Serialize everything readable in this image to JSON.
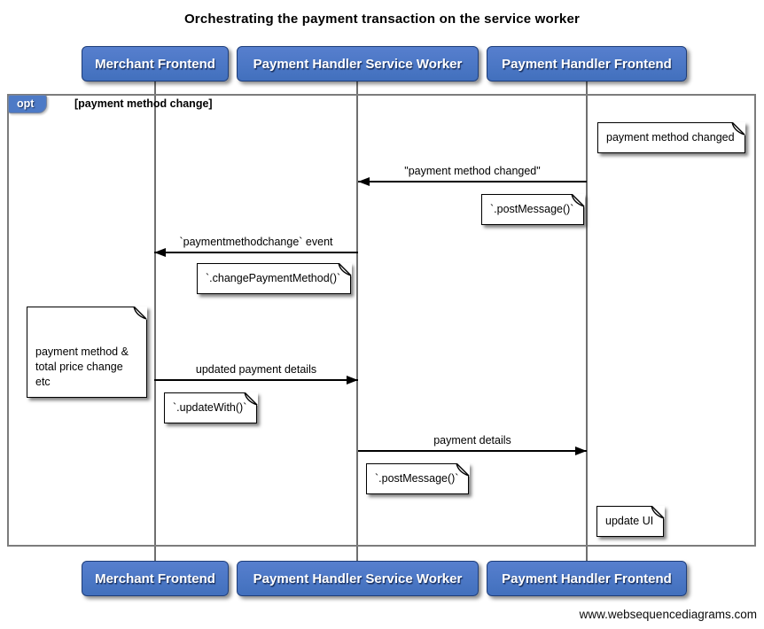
{
  "title": "Orchestrating the payment transaction on the service worker",
  "actors": [
    {
      "label": "Merchant Frontend"
    },
    {
      "label": "Payment Handler Service Worker"
    },
    {
      "label": "Payment Handler Frontend"
    }
  ],
  "fragment": {
    "operator": "opt",
    "condition": "[payment method change]"
  },
  "messages": [
    {
      "label": "\"payment method changed\"",
      "from": "Payment Handler Frontend",
      "to": "Payment Handler Service Worker",
      "direction": "left"
    },
    {
      "label": "`paymentmethodchange` event",
      "from": "Payment Handler Service Worker",
      "to": "Merchant Frontend",
      "direction": "left"
    },
    {
      "label": "updated payment details",
      "from": "Merchant Frontend",
      "to": "Payment Handler Service Worker",
      "direction": "right"
    },
    {
      "label": "payment details",
      "from": "Payment Handler Service Worker",
      "to": "Payment Handler Frontend",
      "direction": "right"
    }
  ],
  "notes": [
    {
      "text": "payment method changed",
      "position": "right of Payment Handler Frontend"
    },
    {
      "text": "`.postMessage()`",
      "position": "left of Payment Handler Frontend"
    },
    {
      "text": "`.changePaymentMethod()`",
      "position": "left of Payment Handler Service Worker"
    },
    {
      "text": "payment method &\ntotal price change etc",
      "position": "left of Merchant Frontend"
    },
    {
      "text": "`.updateWith()`",
      "position": "right of Merchant Frontend"
    },
    {
      "text": "`.postMessage()`",
      "position": "right of Payment Handler Service Worker"
    },
    {
      "text": "update UI",
      "position": "right of Payment Handler Frontend"
    }
  ],
  "watermark": "www.websequencediagrams.com",
  "colors": {
    "actor_fill": "#4c79c6",
    "actor_border": "#1e3d79",
    "frame_border": "#7c7c7c",
    "lifeline": "#6f6f6f",
    "note_bg": "#ffffff",
    "arrow": "#000000"
  }
}
